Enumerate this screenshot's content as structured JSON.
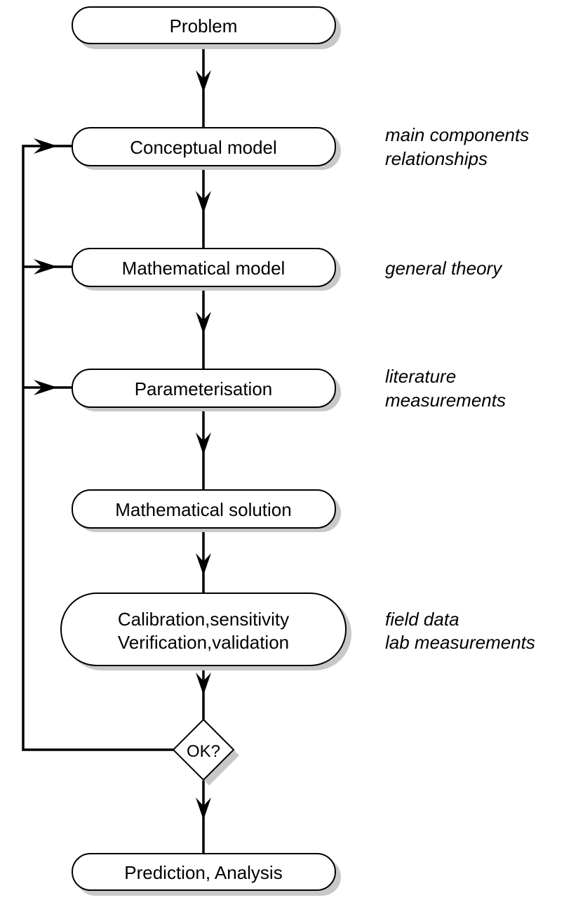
{
  "nodes": {
    "problem": "Problem",
    "conceptual_model": "Conceptual model",
    "mathematical_model": "Mathematical model",
    "parameterisation": "Parameterisation",
    "mathematical_solution": "Mathematical solution",
    "calibration_line1": "Calibration,sensitivity",
    "calibration_line2": "Verification,validation",
    "decision": "OK?",
    "prediction": "Prediction, Analysis"
  },
  "annotations": {
    "conceptual_line1": "main components",
    "conceptual_line2": "relationships",
    "mathematical_line1": "general theory",
    "parameterisation_line1": "literature",
    "parameterisation_line2": "measurements",
    "calibration_line1": "field data",
    "calibration_line2": "lab measurements"
  },
  "colors": {
    "stroke": "#000000",
    "shadow": "#c8c8c8",
    "fill": "#ffffff"
  }
}
